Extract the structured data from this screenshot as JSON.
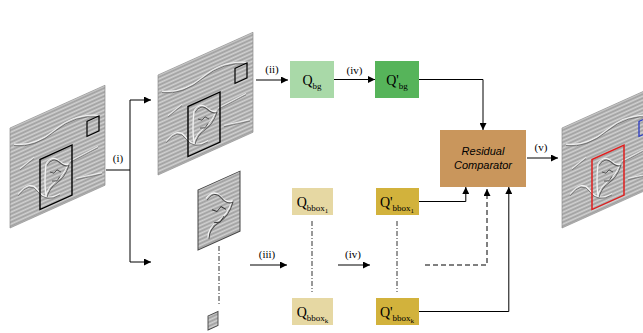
{
  "diagram": {
    "nodes": [
      {
        "text": [
          "Q",
          "bg"
        ]
      },
      {
        "text": [
          "Q'",
          "bg"
        ]
      },
      {
        "text": [
          "Residual Comparator"
        ]
      },
      {
        "text": [
          "Q",
          "bbox",
          "1"
        ]
      },
      {
        "text": [
          "Q'",
          "bbox",
          "1"
        ]
      },
      {
        "text": [
          "Q",
          "bbox",
          "k"
        ]
      },
      {
        "text": [
          "Q'",
          "bbox",
          "k"
        ]
      }
    ],
    "edges": [
      {
        "from": 0,
        "to": 1,
        "arrow": "to",
        "label": "(iv)"
      },
      {
        "from": 1,
        "to": 2,
        "arrow": "to"
      },
      {
        "from": 4,
        "to": 2,
        "arrow": "to"
      },
      {
        "from": 6,
        "to": 2,
        "arrow": "to"
      }
    ],
    "labels": [
      "(i)",
      "(ii)",
      "(iii)",
      "(iv)",
      "(v)"
    ]
  }
}
